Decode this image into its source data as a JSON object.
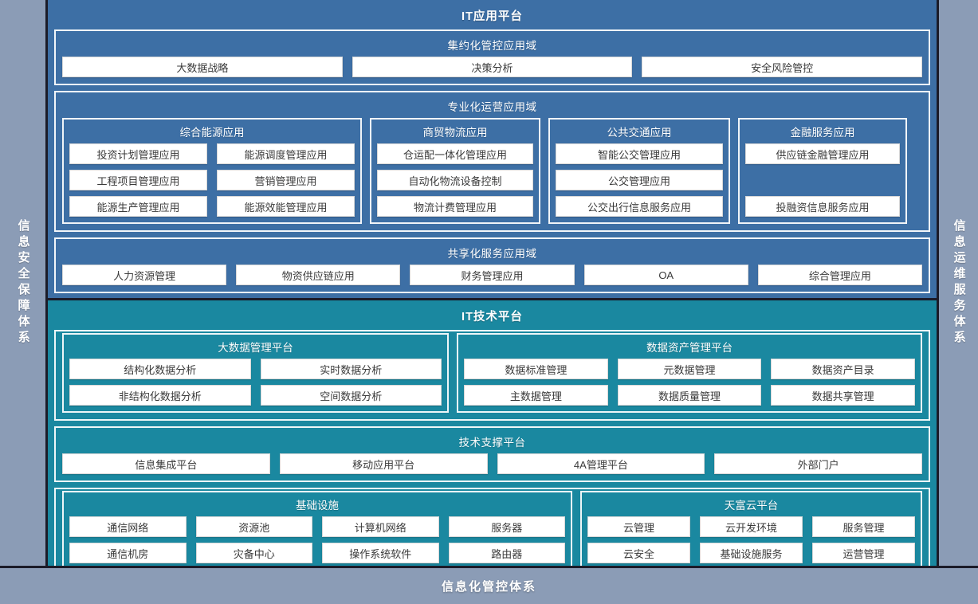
{
  "rails": {
    "left_label": "信息安全保障体系",
    "right_label": "信息运维服务体系"
  },
  "bottom": {
    "label": "信息化管控体系"
  },
  "colors": {
    "application_platform": "#3d6fa5",
    "technology_platform": "#1a88a0",
    "rail": "#8b9cb6",
    "frame": "#1b1b28",
    "tile": "#ffffff"
  },
  "application_platform": {
    "title": "IT应用平台",
    "domains": [
      {
        "title": "集约化管控应用域",
        "tiles": [
          "大数据战略",
          "决策分析",
          "安全风险管控"
        ]
      },
      {
        "title": "专业化运营应用域",
        "groups": [
          {
            "title": "综合能源应用",
            "columns": 2,
            "rows": [
              [
                "投资计划管理应用",
                "能源调度管理应用"
              ],
              [
                "工程项目管理应用",
                "营销管理应用"
              ],
              [
                "能源生产管理应用",
                "能源效能管理应用"
              ]
            ]
          },
          {
            "title": "商贸物流应用",
            "columns": 1,
            "rows": [
              [
                "仓运配一体化管理应用"
              ],
              [
                "自动化物流设备控制"
              ],
              [
                "物流计费管理应用"
              ]
            ]
          },
          {
            "title": "公共交通应用",
            "columns": 1,
            "rows": [
              [
                "智能公交管理应用"
              ],
              [
                "公交管理应用"
              ],
              [
                "公交出行信息服务应用"
              ]
            ]
          },
          {
            "title": "金融服务应用",
            "columns": 1,
            "rows": [
              [
                "供应链金融管理应用"
              ],
              [
                ""
              ],
              [
                "投融资信息服务应用"
              ]
            ]
          }
        ]
      },
      {
        "title": "共享化服务应用域",
        "tiles": [
          "人力资源管理",
          "物资供应链应用",
          "财务管理应用",
          "OA",
          "综合管理应用"
        ]
      }
    ]
  },
  "technology_platform": {
    "title": "IT技术平台",
    "rows": [
      {
        "groups": [
          {
            "title": "大数据管理平台",
            "rows": [
              [
                "结构化数据分析",
                "实时数据分析"
              ],
              [
                "非结构化数据分析",
                "空间数据分析"
              ]
            ]
          },
          {
            "title": "数据资产管理平台",
            "rows": [
              [
                "数据标准管理",
                "元数据管理",
                "数据资产目录"
              ],
              [
                "主数据管理",
                "数据质量管理",
                "数据共享管理"
              ]
            ]
          }
        ]
      },
      {
        "domain": {
          "title": "技术支撑平台",
          "tiles": [
            "信息集成平台",
            "移动应用平台",
            "4A管理平台",
            "外部门户"
          ]
        }
      },
      {
        "groups": [
          {
            "title": "基础设施",
            "rows": [
              [
                "通信网络",
                "资源池",
                "计算机网络",
                "服务器"
              ],
              [
                "通信机房",
                "灾备中心",
                "操作系统软件",
                "路由器"
              ]
            ]
          },
          {
            "title": "天富云平台",
            "rows": [
              [
                "云管理",
                "云开发环境",
                "服务管理"
              ],
              [
                "云安全",
                "基础设施服务",
                "运营管理"
              ]
            ]
          }
        ]
      }
    ]
  }
}
